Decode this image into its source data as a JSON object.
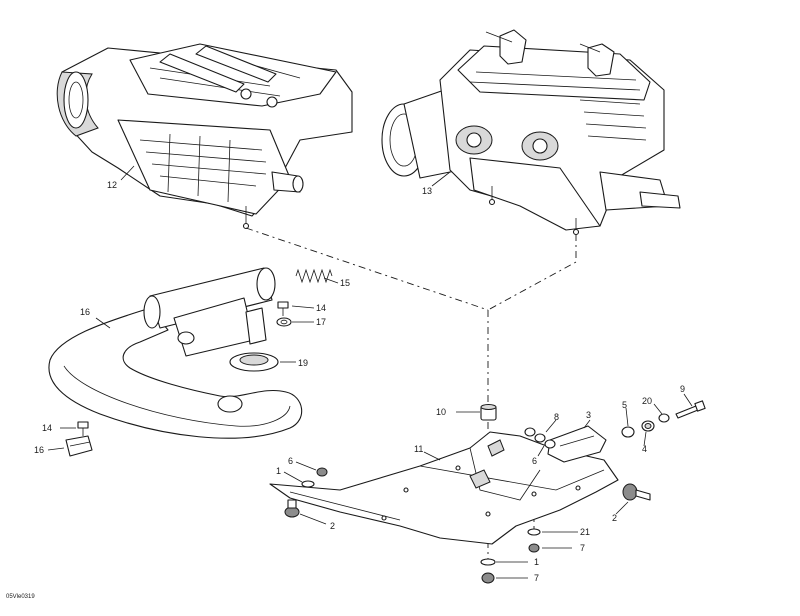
{
  "diagram": {
    "reference_code": "05Vle0319",
    "callouts": {
      "c1a": "1",
      "c1b": "1",
      "c2a": "2",
      "c2b": "2",
      "c3": "3",
      "c4": "4",
      "c5": "5",
      "c6a": "6",
      "c6b": "6",
      "c7a": "7",
      "c7b": "7",
      "c8": "8",
      "c9": "9",
      "c10": "10",
      "c11": "11",
      "c12": "12",
      "c13": "13",
      "c14a": "14",
      "c14b": "14",
      "c15": "15",
      "c16a": "16",
      "c16b": "16",
      "c17": "17",
      "c19": "19",
      "c20": "20",
      "c21": "21"
    }
  }
}
